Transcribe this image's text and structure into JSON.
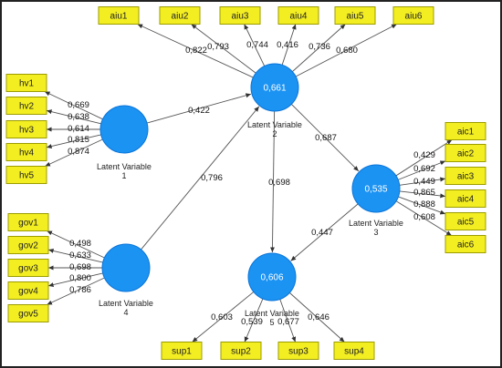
{
  "latent_variables": [
    {
      "id": "lv1",
      "value": "",
      "label_lines": [
        "Latent Variable",
        "1"
      ]
    },
    {
      "id": "lv2",
      "value": "0,661",
      "label_lines": [
        "Latent Variable",
        "2"
      ]
    },
    {
      "id": "lv3",
      "value": "0,535",
      "label_lines": [
        "Latent Variable",
        "3"
      ]
    },
    {
      "id": "lv4",
      "value": "",
      "label_lines": [
        "Latent Variable",
        "4"
      ]
    },
    {
      "id": "lv5",
      "value": "0,606",
      "label_lines": [
        "Latent Variable",
        "5"
      ]
    }
  ],
  "indicator_groups": [
    {
      "lv": "lv2",
      "indicators": [
        {
          "name": "aiu1",
          "loading": "0,822"
        },
        {
          "name": "aiu2",
          "loading": "0,793"
        },
        {
          "name": "aiu3",
          "loading": "0,744"
        },
        {
          "name": "aiu4",
          "loading": "0,416"
        },
        {
          "name": "aiu5",
          "loading": "0,736"
        },
        {
          "name": "aiu6",
          "loading": "0,680"
        }
      ]
    },
    {
      "lv": "lv1",
      "indicators": [
        {
          "name": "hv1",
          "loading": "0,669"
        },
        {
          "name": "hv2",
          "loading": "0,638"
        },
        {
          "name": "hv3",
          "loading": "0,614"
        },
        {
          "name": "hv4",
          "loading": "0,815"
        },
        {
          "name": "hv5",
          "loading": "0,874"
        }
      ]
    },
    {
      "lv": "lv3",
      "indicators": [
        {
          "name": "aic1",
          "loading": "0,429"
        },
        {
          "name": "aic2",
          "loading": "0,692"
        },
        {
          "name": "aic3",
          "loading": "0,449"
        },
        {
          "name": "aic4",
          "loading": "0,865"
        },
        {
          "name": "aic5",
          "loading": "0,888"
        },
        {
          "name": "aic6",
          "loading": "0,608"
        }
      ]
    },
    {
      "lv": "lv4",
      "indicators": [
        {
          "name": "gov1",
          "loading": "0,498"
        },
        {
          "name": "gov2",
          "loading": "0,633"
        },
        {
          "name": "gov3",
          "loading": "0,698"
        },
        {
          "name": "gov4",
          "loading": "0,800"
        },
        {
          "name": "gov5",
          "loading": "0,786"
        }
      ]
    },
    {
      "lv": "lv5",
      "indicators": [
        {
          "name": "sup1",
          "loading": "0,603"
        },
        {
          "name": "sup2",
          "loading": "0,539"
        },
        {
          "name": "sup3",
          "loading": "0,677"
        },
        {
          "name": "sup4",
          "loading": "0,646"
        }
      ]
    }
  ],
  "paths": [
    {
      "from": "lv1",
      "to": "lv2",
      "coefficient": "0,422"
    },
    {
      "from": "lv4",
      "to": "lv2",
      "coefficient": "0,796"
    },
    {
      "from": "lv2",
      "to": "lv3",
      "coefficient": "0,687"
    },
    {
      "from": "lv2",
      "to": "lv5",
      "coefficient": "0,698"
    },
    {
      "from": "lv3",
      "to": "lv5",
      "coefficient": "0,447"
    }
  ],
  "colors": {
    "latent_fill": "#1b93f3",
    "indicator_fill": "#f3ee22",
    "edge": "#555555"
  }
}
